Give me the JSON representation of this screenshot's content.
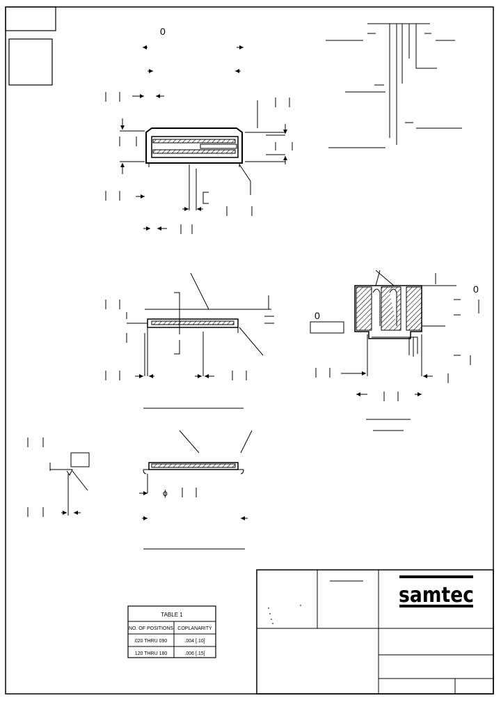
{
  "drawing": {
    "rev_symbol_top": "0",
    "rev_symbol_side": "0",
    "rev_symbol_bottom": "0",
    "diameter_symbol": "ϕ"
  },
  "table1": {
    "title": "TABLE 1",
    "headers": [
      "NO. OF POSITIONS",
      "COPLANARITY"
    ],
    "rows": [
      [
        "020 THRU 090",
        ".004 [.10]"
      ],
      [
        "120 THRU 180",
        ".006 [.15]"
      ]
    ]
  },
  "title_block": {
    "company_logo_text": "samtec"
  },
  "colors": {
    "line": "#000000",
    "background": "#ffffff"
  }
}
